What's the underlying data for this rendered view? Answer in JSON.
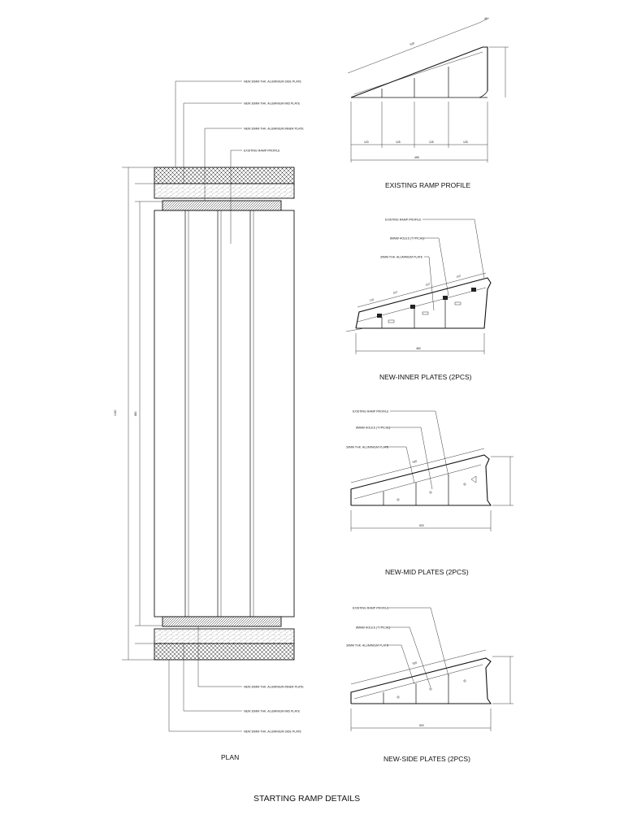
{
  "drawing_title": "STARTING RAMP DETAILS",
  "plan": {
    "caption": "PLAN",
    "top_leaders": [
      "NEW 30MM THK. ALUMINIUM SIDE PLATE",
      "NEW 30MM THK. ALUMINIUM MID PLATE",
      "NEW 30MM THK. ALUMINIUM INNER PLATE",
      "EXISTING RAMP PROFILE"
    ],
    "bottom_leaders": [
      "NEW 30MM THK. ALUMINIUM INNER PLATE",
      "NEW 30MM THK. ALUMINIUM MID PLATE",
      "NEW 30MM THK. ALUMINIUM SIDE PLATE"
    ]
  },
  "existing_profile": {
    "caption": "EXISTING RAMP PROFILE",
    "slope_dim": "520",
    "top_dim": "40",
    "segment_dims": [
      "120",
      "125",
      "125",
      "125"
    ],
    "overall_dim": "495"
  },
  "inner_plates": {
    "caption": "NEW-INNER PLATES (2PCS)",
    "leaders": [
      "EXISTING RAMP PROFILE",
      "8MMØ HOLES (TYPICAL)",
      "30MM THK. ALUMINIUM PLATE"
    ],
    "overall_dim": "460"
  },
  "mid_plates": {
    "caption": "NEW-MID PLATES (2PCS)",
    "leaders": [
      "EXISTING RAMP PROFILE",
      "8MMØ HOLES (TYPICAL)",
      "30MM THK. ALUMINIUM PLATE"
    ],
    "overall_dim": "520"
  },
  "side_plates": {
    "caption": "NEW-SIDE PLATES (2PCS)",
    "leaders": [
      "EXISTING RAMP PROFILE",
      "8MMØ HOLES (TYPICAL)",
      "30MM THK. ALUMINIUM PLATE"
    ],
    "overall_dim": "520"
  }
}
